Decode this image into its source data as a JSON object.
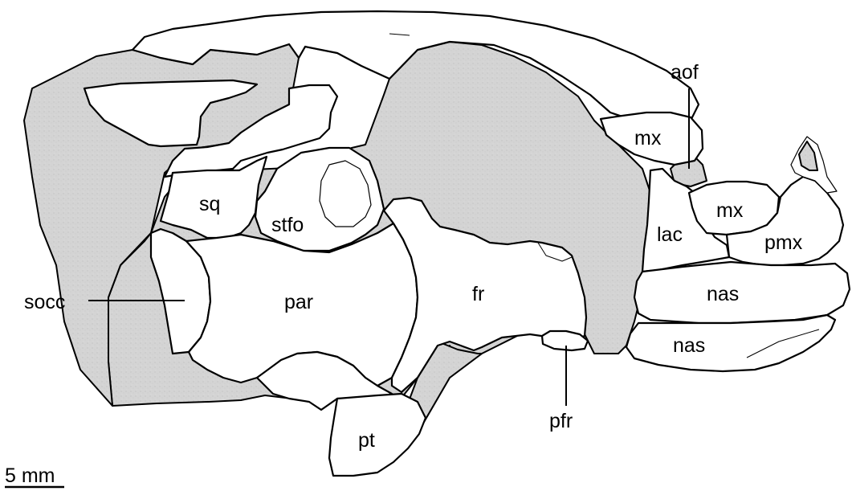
{
  "figure": {
    "labels": {
      "aof": "aof",
      "mx_upper": "mx",
      "mx_lower": "mx",
      "sq": "sq",
      "stfo": "stfo",
      "lac": "lac",
      "pmx": "pmx",
      "socc": "socc",
      "par": "par",
      "fr": "fr",
      "nas_upper": "nas",
      "nas_lower": "nas",
      "pfr": "pfr",
      "pt": "pt"
    },
    "scale_bar": {
      "label": "5 mm"
    },
    "colors": {
      "matrix": "#d4d4d4",
      "bone": "#ffffff",
      "outline": "#000000"
    }
  }
}
